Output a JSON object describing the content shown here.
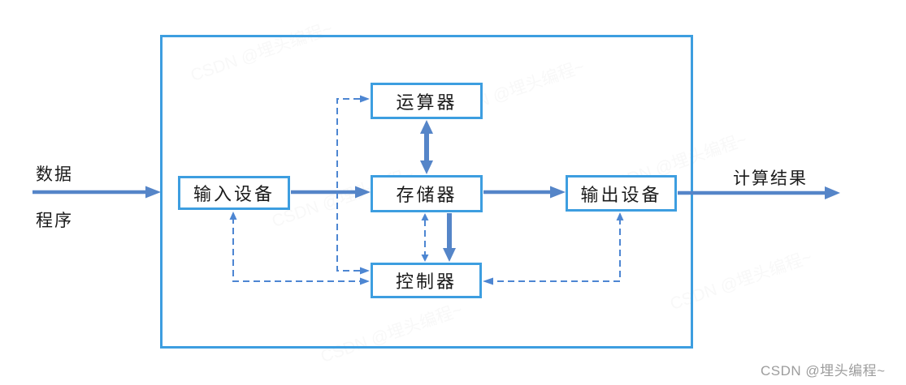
{
  "diagram": {
    "title_semantic": "computer-architecture-block-diagram",
    "boxes": {
      "alu": {
        "label": "运算器"
      },
      "input": {
        "label": "输入设备"
      },
      "memory": {
        "label": "存储器"
      },
      "output": {
        "label": "输出设备"
      },
      "control": {
        "label": "控制器"
      }
    },
    "external_labels": {
      "data_top": "数据",
      "program_bottom": "程序",
      "result": "计算结果"
    },
    "connections": [
      {
        "from": "数据/程序",
        "to": "输入设备",
        "style": "solid"
      },
      {
        "from": "输入设备",
        "to": "存储器",
        "style": "solid"
      },
      {
        "from": "存储器",
        "to": "输出设备",
        "style": "solid"
      },
      {
        "from": "输出设备",
        "to": "计算结果",
        "style": "solid"
      },
      {
        "from": "运算器",
        "to": "存储器",
        "style": "solid-thick",
        "bidirectional": true
      },
      {
        "from": "存储器",
        "to": "控制器",
        "style": "solid-thick"
      },
      {
        "from": "存储器",
        "to": "控制器",
        "style": "dashed",
        "bidirectional": true
      },
      {
        "from": "控制器",
        "to": "运算器",
        "style": "dashed",
        "bidirectional": true
      },
      {
        "from": "控制器",
        "to": "输入设备",
        "style": "dashed",
        "bidirectional": true
      },
      {
        "from": "控制器",
        "to": "输出设备",
        "style": "dashed",
        "bidirectional": true
      }
    ]
  },
  "colors": {
    "box_border": "#3d9ee0",
    "solid_arrow": "#5585c8",
    "dashed_arrow": "#4d86d2",
    "text": "#1b1b1b",
    "watermark": "#9d9d9d"
  },
  "watermark": {
    "signature": "CSDN @埋头编程~",
    "faint_text": "CSDN @埋头编程~"
  }
}
